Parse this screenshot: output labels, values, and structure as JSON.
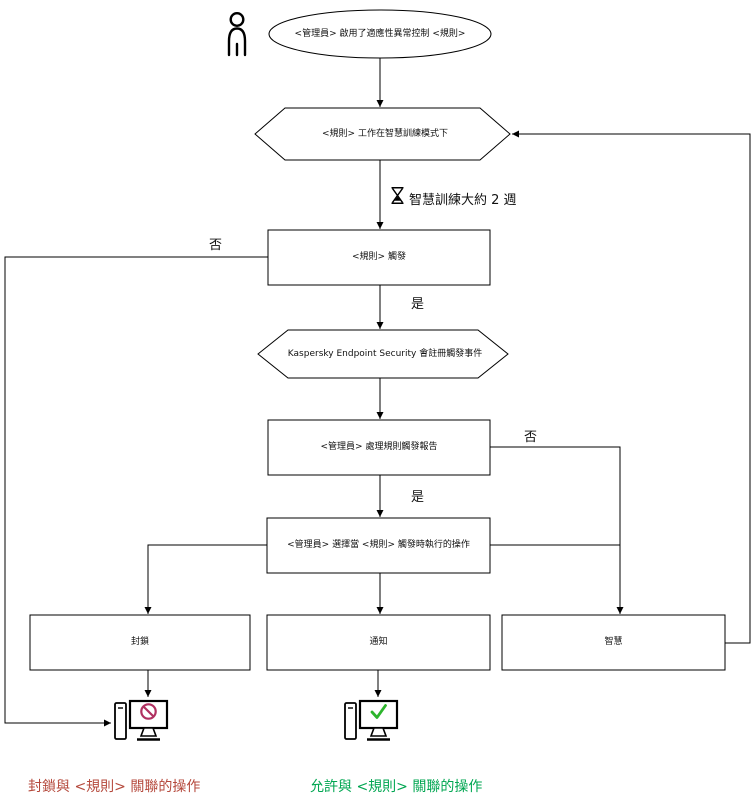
{
  "diagram": {
    "nodes": {
      "start": {
        "label": "<管理員> 啟用了適應性異常控制 <規則>"
      },
      "training_mode": {
        "label": "<規則> 工作在智慧訓練模式下"
      },
      "rule_triggered": {
        "label": "<規則> 觸發"
      },
      "register_event": {
        "label": "Kaspersky Endpoint Security 會註冊觸發事件"
      },
      "process_report": {
        "label": "<管理員> 處理規則觸發報告"
      },
      "select_action": {
        "label": "<管理員> 選擇當 <規則> 觸發時執行的操作"
      },
      "action_block": {
        "label": "封鎖"
      },
      "action_notify": {
        "label": "通知"
      },
      "action_smart": {
        "label": "智慧"
      }
    },
    "edge_labels": {
      "rule_triggered_no": "否",
      "rule_triggered_yes": "是",
      "process_report_no": "否",
      "process_report_yes": "是"
    },
    "annotations": {
      "training_duration": "智慧訓練大約 2 週",
      "blocked_caption": "封鎖與 <規則> 關聯的操作",
      "allowed_caption": "允許與 <規則> 關聯的操作"
    },
    "icons": {
      "actor": "actor-icon",
      "hourglass": "hourglass-icon",
      "blocked_computer": "blocked-computer-icon",
      "allowed_computer": "allowed-computer-icon",
      "prohibit": "prohibit-icon",
      "check": "check-icon"
    },
    "colors": {
      "line": "#000000",
      "shape_fill": "#ffffff",
      "blocked_caption": "#b5493c",
      "allowed_caption": "#00a651",
      "prohibit_symbol": "#b03060",
      "check_symbol": "#2db52d"
    }
  }
}
